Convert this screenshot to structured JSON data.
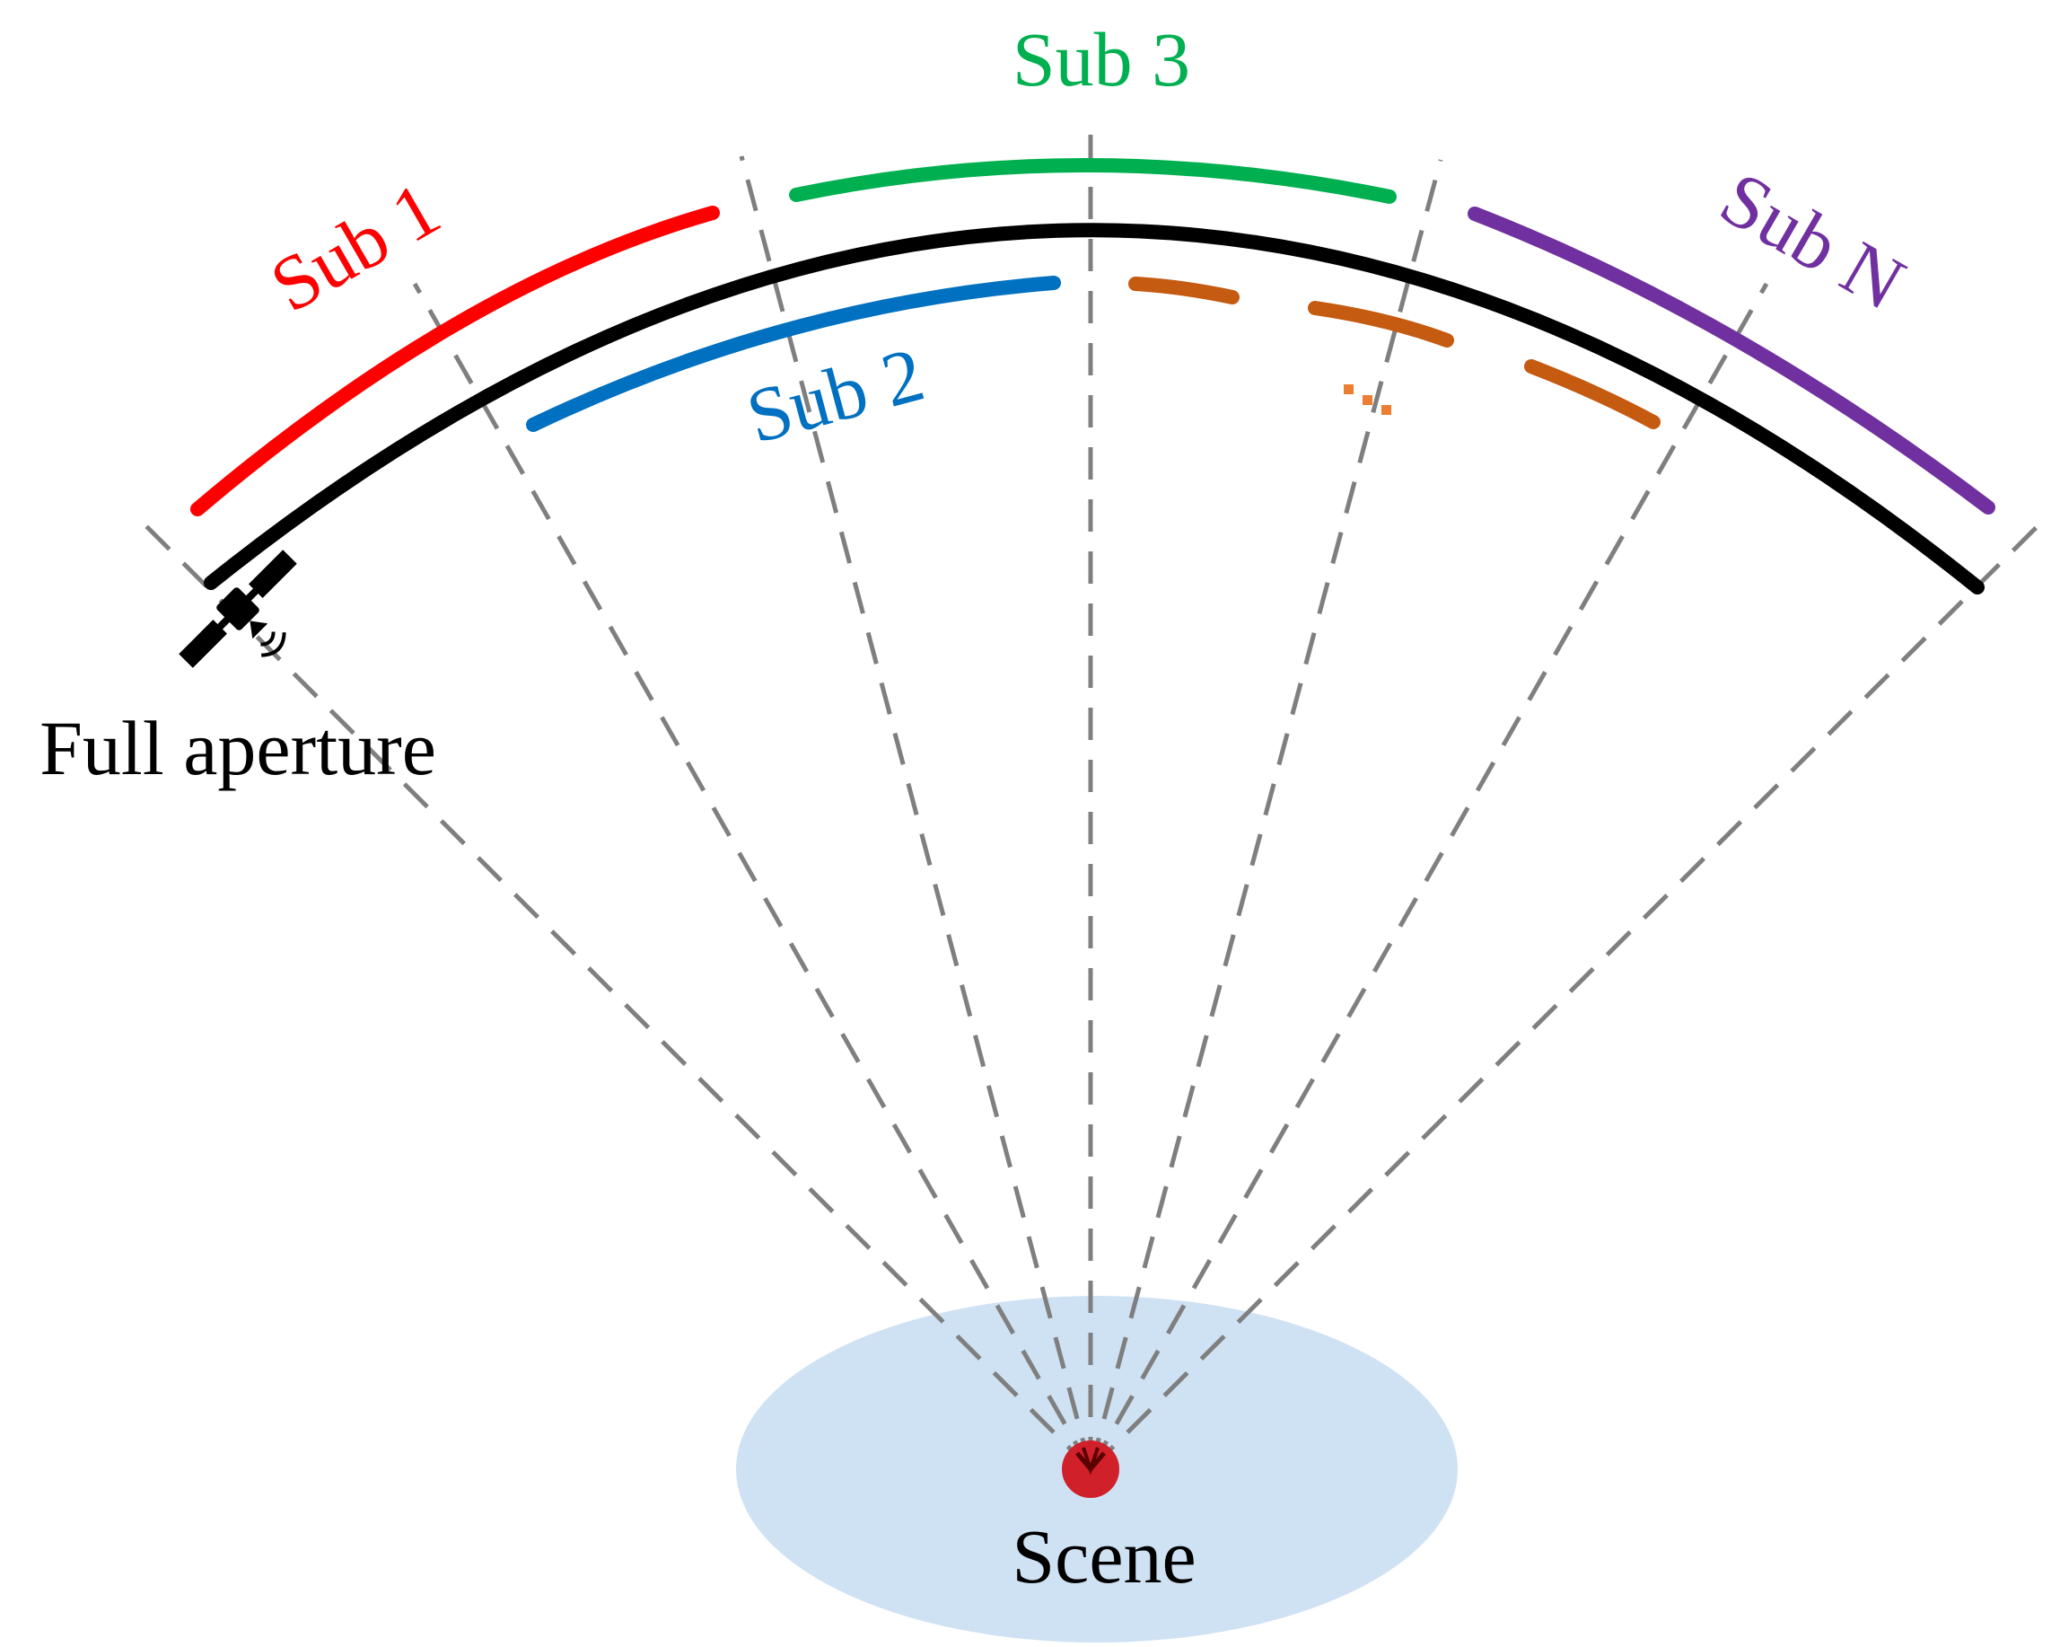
{
  "labels": {
    "full_aperture": "Full aperture",
    "scene": "Scene",
    "sub1": "Sub 1",
    "sub2": "Sub 2",
    "sub3": "Sub 3",
    "subN": "Sub N",
    "ellipsis": "..."
  },
  "colors": {
    "full_aperture_arc": "#000000",
    "sub1": "#ff0000",
    "sub2": "#0070c0",
    "sub3": "#00b050",
    "subN": "#7030a0",
    "intermediate": "#c55a11",
    "ellipsis": "#ed7d31",
    "rays": "#7f7f7f",
    "scene_fill": "#cfe2f3",
    "target": "#d0202a"
  },
  "icons": {
    "satellite": "satellite-icon",
    "target": "target-point-icon"
  }
}
